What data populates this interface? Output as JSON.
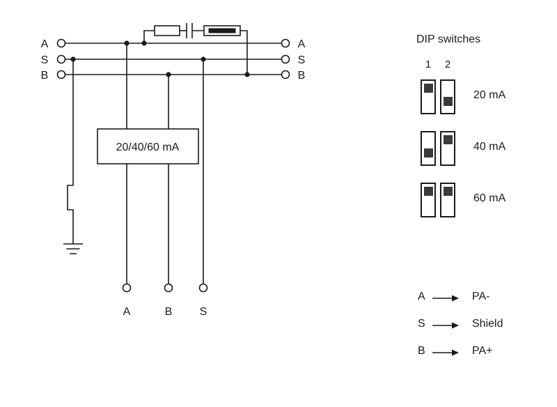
{
  "circuit": {
    "left_labels": [
      "A",
      "S",
      "B"
    ],
    "right_labels": [
      "A",
      "S",
      "B"
    ],
    "bottom_labels": [
      "A",
      "B",
      "S"
    ],
    "module_label": "20/40/60 mA"
  },
  "dip": {
    "title": "DIP switches",
    "switch_numbers": [
      "1",
      "2"
    ],
    "rows": [
      {
        "label": "20 mA",
        "sw1": "up",
        "sw2": "down"
      },
      {
        "label": "40 mA",
        "sw1": "down",
        "sw2": "up"
      },
      {
        "label": "60 mA",
        "sw1": "up",
        "sw2": "up"
      }
    ]
  },
  "legend": {
    "rows": [
      {
        "pin": "A",
        "signal": "PA-"
      },
      {
        "pin": "S",
        "signal": "Shield"
      },
      {
        "pin": "B",
        "signal": "PA+"
      }
    ]
  },
  "colors": {
    "line": "#1a1a1a",
    "switch_knob": "#3a3a3a",
    "background": "#ffffff"
  }
}
